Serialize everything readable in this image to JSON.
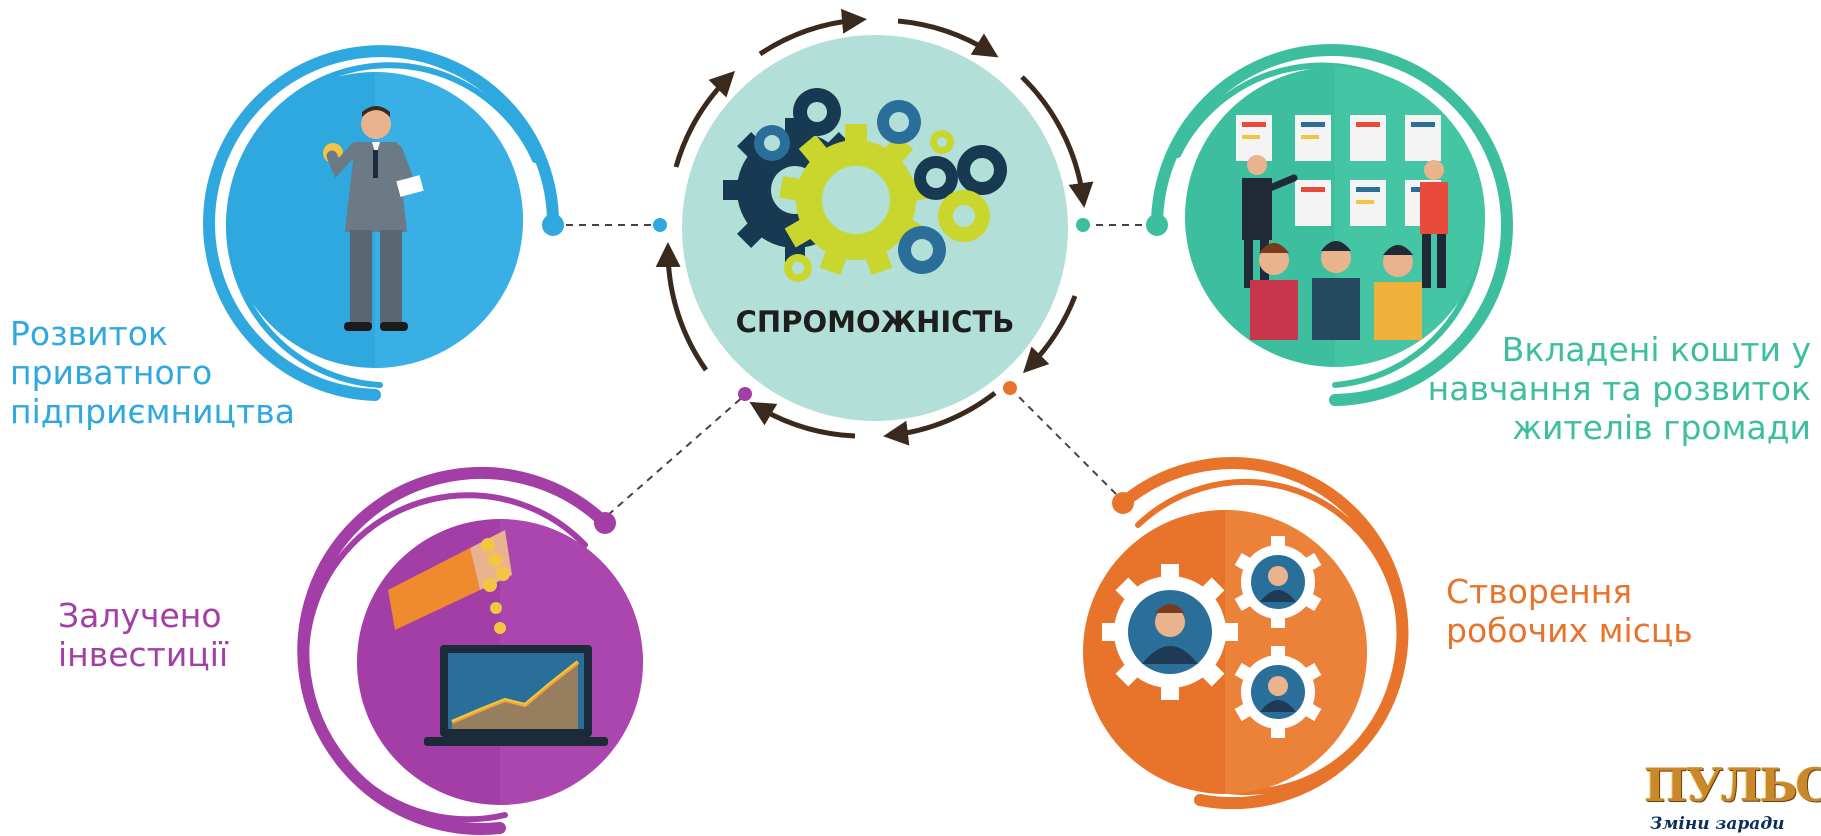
{
  "center": {
    "title": "СПРОМОЖНІСТЬ"
  },
  "nodes": {
    "entrepreneurship": {
      "lines": [
        "Розвиток",
        "приватного",
        "підприємництва"
      ],
      "color": "#2fa8e0"
    },
    "training": {
      "lines": [
        "Вкладені кошти у",
        "навчання та розвиток",
        "жителів громади"
      ],
      "color": "#3dbf9f"
    },
    "investments": {
      "lines": [
        "Залучено",
        "інвестиції"
      ],
      "color": "#a33ea6"
    },
    "jobs": {
      "lines": [
        "Створення",
        "робочих місць"
      ],
      "color": "#e8732b"
    }
  },
  "logo": {
    "name": "ПУЛЬС",
    "tagline": "Зміни заради"
  },
  "colors": {
    "center_fill": "#b2e0d8",
    "arrow": "#3a2a1e",
    "dark_gear": "#173a52",
    "lime_gear": "#c8d62e"
  }
}
